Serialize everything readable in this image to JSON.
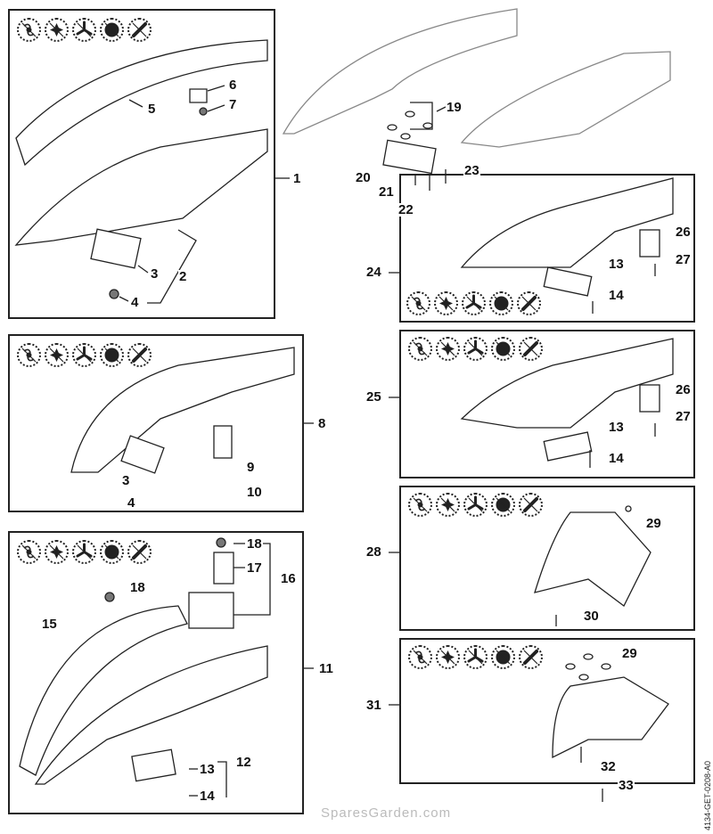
{
  "title": "Stihl brush cutter deflector / guard assemblies parts diagram",
  "watermark": "SparesGarden.com",
  "drawing_code": "4134-GET-0208-A0",
  "tool_icons": {
    "names": [
      "mowing-head-icon",
      "grass-blade-icon",
      "three-tooth-blade-icon",
      "circular-saw-blade-icon",
      "shredder-blade-icon"
    ]
  },
  "panels": [
    {
      "id": "1",
      "labels": [
        "1",
        "2",
        "3",
        "4",
        "5",
        "6",
        "7"
      ]
    },
    {
      "id": "8",
      "labels": [
        "8",
        "3",
        "4",
        "9",
        "10"
      ]
    },
    {
      "id": "11",
      "labels": [
        "11",
        "12",
        "13",
        "14",
        "15",
        "16",
        "17",
        "18",
        "18"
      ]
    },
    {
      "id": "24",
      "labels": [
        "24",
        "13",
        "14",
        "26",
        "27"
      ]
    },
    {
      "id": "25",
      "labels": [
        "25",
        "13",
        "14",
        "26",
        "27"
      ]
    },
    {
      "id": "28",
      "labels": [
        "28",
        "29",
        "30"
      ]
    },
    {
      "id": "31",
      "labels": [
        "31",
        "29",
        "32"
      ]
    }
  ],
  "loose_parts": {
    "labels": [
      "19",
      "20",
      "21",
      "22",
      "23",
      "33"
    ]
  }
}
